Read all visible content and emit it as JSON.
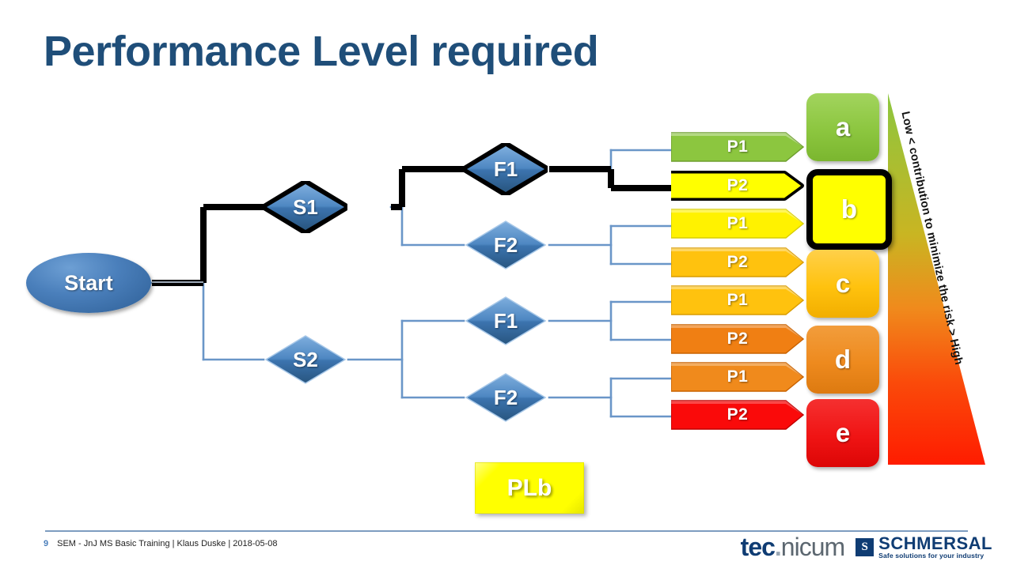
{
  "slide": {
    "title": "Performance Level required"
  },
  "diagram": {
    "start_label": "Start",
    "nodes": [
      {
        "id": "S1",
        "label": "S1",
        "highlighted": true
      },
      {
        "id": "S2",
        "label": "S2",
        "highlighted": false
      },
      {
        "id": "F1a",
        "label": "F1",
        "highlighted": true
      },
      {
        "id": "F2a",
        "label": "F2",
        "highlighted": false
      },
      {
        "id": "F1b",
        "label": "F1",
        "highlighted": false
      },
      {
        "id": "F2b",
        "label": "F2",
        "highlighted": false
      }
    ],
    "arrows": [
      {
        "label": "P1",
        "color": "#8CC63F",
        "highlighted": false
      },
      {
        "label": "P2",
        "color": "#FFFF00",
        "highlighted": true
      },
      {
        "label": "P1",
        "color": "#FFF200",
        "highlighted": false
      },
      {
        "label": "P2",
        "color": "#FFC20E",
        "highlighted": false
      },
      {
        "label": "P1",
        "color": "#FFC20E",
        "highlighted": false
      },
      {
        "label": "P2",
        "color": "#F07F13",
        "highlighted": false
      },
      {
        "label": "P1",
        "color": "#F08A1C",
        "highlighted": false
      },
      {
        "label": "P2",
        "color": "#FA0A0A",
        "highlighted": false
      }
    ],
    "performance_levels": [
      {
        "label": "a",
        "color": "#8CC63F",
        "highlighted": false
      },
      {
        "label": "b",
        "color": "#FFFF00",
        "highlighted": true
      },
      {
        "label": "c",
        "color": "#FFC20E",
        "highlighted": false
      },
      {
        "label": "d",
        "color": "#EE8A1E",
        "highlighted": false
      },
      {
        "label": "e",
        "color": "#F01414",
        "highlighted": false
      }
    ],
    "result_label": "PLb",
    "risk_scale_label": "Low < contribution to minimize the risk > High",
    "risk_scale_colors": {
      "top": "#8CC63F",
      "bottom": "#FF2000"
    }
  },
  "footer": {
    "page_number": "9",
    "meta": "SEM  - JnJ MS Basic Training  |  Klaus Duske  |  2018-05-08",
    "logo_tec": "tec",
    "logo_dot": ".",
    "logo_nicum": "nicum",
    "brand_mark": "S",
    "brand_name": "SCHMERSAL",
    "brand_tagline": "Safe solutions for your industry"
  }
}
